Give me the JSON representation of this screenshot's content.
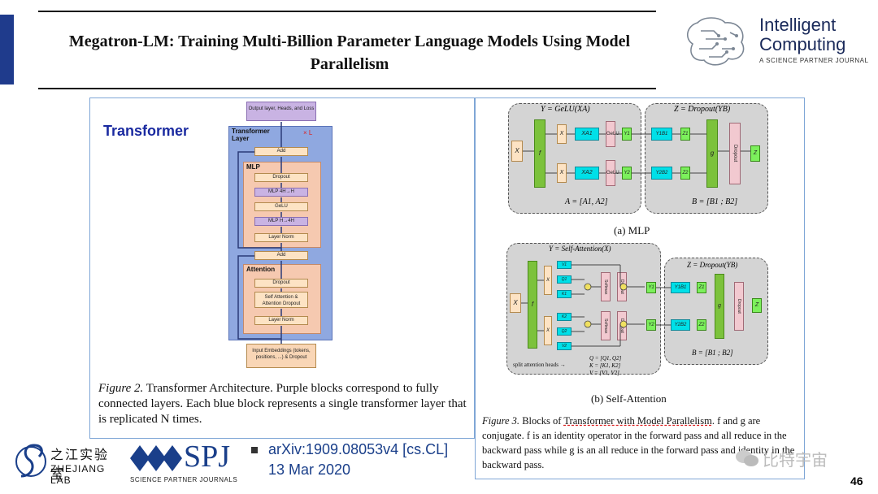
{
  "header": {
    "title": "Megatron-LM: Training Multi-Billion Parameter Language Models Using Model Parallelism",
    "logo": {
      "line1": "Intelligent",
      "line2": "Computing",
      "tagline": "A SCIENCE PARTNER JOURNAL"
    }
  },
  "figure2": {
    "heading": "Transformer",
    "layer_label": "Transformer Layer",
    "repeat": "× L",
    "output_block": "Output layer, Heads, and Loss",
    "mlp_label": "MLP",
    "attention_label": "Attention",
    "blocks": {
      "add": "Add",
      "dropout": "Dropout",
      "mlp_4h_h": "MLP 4H→H",
      "gelu": "GeLU",
      "mlp_h_4h": "MLP H→4H",
      "layer_norm": "Layer Norm",
      "self_attention": "Self Attention & Attention Dropout",
      "input_embeddings": "Input Embeddings (tokens, positions, ...) & Dropout"
    },
    "caption_label": "Figure 2.",
    "caption_text": "Transformer Architecture. Purple blocks correspond to fully connected layers. Each blue block represents a single transformer layer that is replicated N times."
  },
  "figure3": {
    "mlp": {
      "y_eq": "Y = GeLU(XA)",
      "z_eq": "Z = Dropout(YB)",
      "a_eq": "A = [A1, A2]",
      "b_eq": "B = [B1 ; B2]",
      "sub_caption": "(a) MLP",
      "x": "X",
      "f": "f",
      "g": "g",
      "z": "Z",
      "xa1": "XA1",
      "xa2": "XA2",
      "gelu": "GeLU",
      "y1": "Y1",
      "y2": "Y2",
      "y1b1": "Y1B1",
      "y2b2": "Y2B2",
      "z1": "Z1",
      "z2": "Z2",
      "dropout": "Dropout"
    },
    "attn": {
      "y_eq": "Y = Self-Attention(X)",
      "z_eq": "Z = Dropout(YB)",
      "b_eq": "B = [B1 ; B2]",
      "split_label": "split attention heads →",
      "q_eq": "Q = [Q1, Q2]",
      "k_eq": "K = [K1, K2]",
      "v_eq": "V = [V1, V2]",
      "sub_caption": "(b) Self-Attention",
      "softmax": "Softmax",
      "dropout": "Dropout",
      "v1": "V1",
      "q1": "Q1",
      "k1": "K1",
      "k2": "K2",
      "q2": "Q2",
      "v2": "V2"
    },
    "caption_label": "Figure 3.",
    "caption_pre": "Blocks of",
    "caption_underlined": "Transformer with Model Parallelism",
    "caption_rest": ". f and g are conjugate. f is an identity operator in the forward pass and all reduce in the backward pass while g is an all reduce in the forward pass and identity in the backward pass."
  },
  "footer": {
    "zj_cn": "之江实验室",
    "zj_en": "ZHEJIANG LAB",
    "spj": "SPJ",
    "spj_sub": "SCIENCE PARTNER JOURNALS",
    "arxiv": "arXiv:1909.08053v4 [cs.CL]",
    "date": "13 Mar 2020",
    "watermark": "比特宇宙",
    "page_number": "46"
  },
  "colors": {
    "accent": "#1f3b8c",
    "transformer_layer": "#8fa8e0",
    "block_orange": "#fde3c4",
    "block_purple": "#c9b3e3",
    "block_cyan": "#00e0e8",
    "block_green": "#7cc23c",
    "block_pink": "#f2c9d0"
  }
}
